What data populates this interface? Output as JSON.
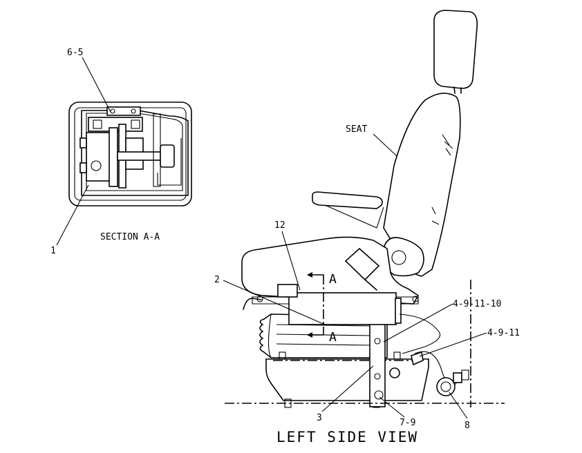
{
  "labels": {
    "seat": "SEAT",
    "section_title": "SECTION A-A",
    "view_title": "LEFT SIDE VIEW",
    "section_marker_top": "A",
    "section_marker_bottom": "A",
    "callout_6_5": "6-5",
    "callout_1": "1",
    "callout_12": "12",
    "callout_2": "2",
    "callout_4_9_11_10": "4-9-11-10",
    "callout_4_9_11": "4-9-11",
    "callout_3": "3",
    "callout_7_9": "7-9",
    "callout_8": "8"
  }
}
